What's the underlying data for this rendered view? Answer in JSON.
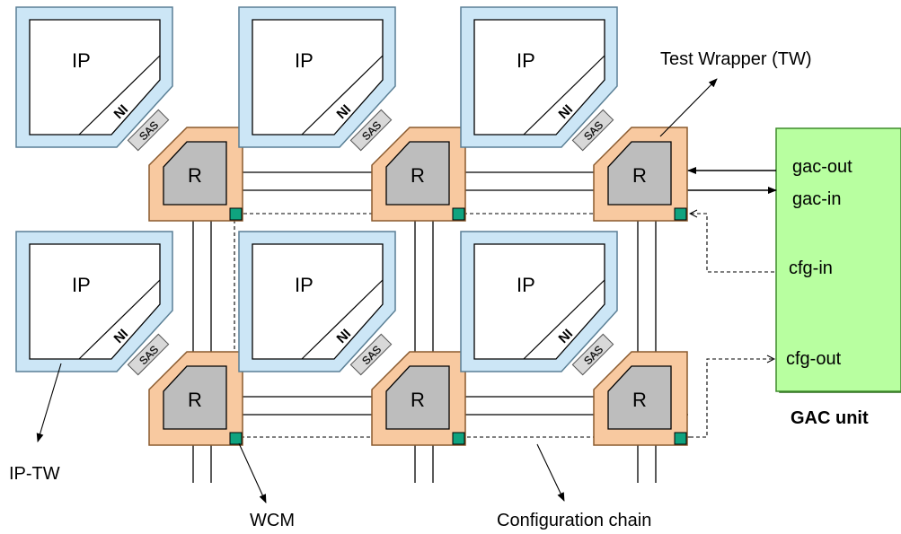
{
  "tiles": [
    {
      "ip_label": "IP",
      "ni_label": "NI",
      "sas_label": "SAS",
      "router_label": "R"
    },
    {
      "ip_label": "IP",
      "ni_label": "NI",
      "sas_label": "SAS",
      "router_label": "R"
    },
    {
      "ip_label": "IP",
      "ni_label": "NI",
      "sas_label": "SAS",
      "router_label": "R"
    },
    {
      "ip_label": "IP",
      "ni_label": "NI",
      "sas_label": "SAS",
      "router_label": "R"
    },
    {
      "ip_label": "IP",
      "ni_label": "NI",
      "sas_label": "SAS",
      "router_label": "R"
    },
    {
      "ip_label": "IP",
      "ni_label": "NI",
      "sas_label": "SAS",
      "router_label": "R"
    }
  ],
  "gac": {
    "unit_label": "GAC unit",
    "gac_out": "gac-out",
    "gac_in": "gac-in",
    "cfg_in": "cfg-in",
    "cfg_out": "cfg-out"
  },
  "annotations": {
    "test_wrapper": "Test Wrapper (TW)",
    "ip_tw": "IP-TW",
    "wcm": "WCM",
    "configuration_chain": "Configuration chain"
  },
  "colors": {
    "ip_wrapper": "#cce6f6",
    "ip_core": "#ffffff",
    "router_wrapper": "#f8c9a0",
    "router_core": "#bdbdbd",
    "sas": "#d8d8d8",
    "wcm": "#0fa37f",
    "gac_unit": "#b8ffa0",
    "line": "#000000"
  }
}
